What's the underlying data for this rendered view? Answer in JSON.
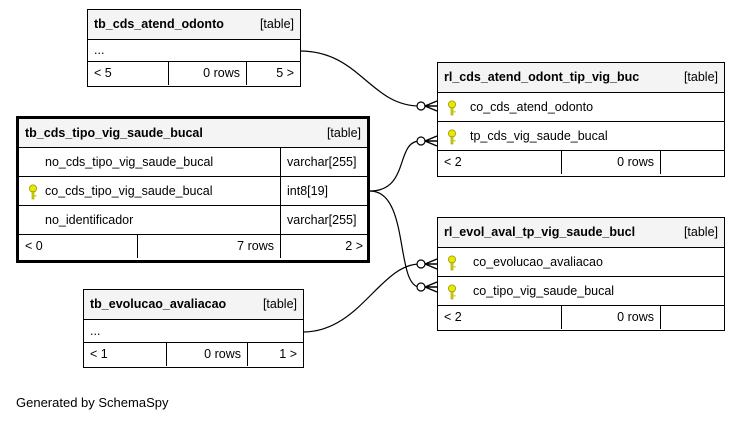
{
  "credit": "Generated by SchemaSpy",
  "tables": {
    "atend_odonto": {
      "name": "tb_cds_atend_odonto",
      "kind": "[table]",
      "body": "...",
      "foot": [
        "< 5",
        "0 rows",
        "5 >"
      ]
    },
    "tipo_vig": {
      "name": "tb_cds_tipo_vig_saude_bucal",
      "kind": "[table]",
      "columns": [
        {
          "name": "no_cds_tipo_vig_saude_bucal",
          "type": "varchar[255]",
          "key": false
        },
        {
          "name": "co_cds_tipo_vig_saude_bucal",
          "type": "int8[19]",
          "key": true
        },
        {
          "name": "no_identificador",
          "type": "varchar[255]",
          "key": false
        }
      ],
      "foot": [
        "< 0",
        "7 rows",
        "2 >"
      ]
    },
    "evolucao": {
      "name": "tb_evolucao_avaliacao",
      "kind": "[table]",
      "body": "...",
      "foot": [
        "< 1",
        "0 rows",
        "1 >"
      ]
    },
    "rl_atend": {
      "name": "rl_cds_atend_odont_tip_vig_buc",
      "kind": "[table]",
      "columns": [
        {
          "name": "co_cds_atend_odonto",
          "key": true
        },
        {
          "name": "tp_cds_vig_saude_bucal",
          "key": true
        }
      ],
      "foot": [
        "< 2",
        "0 rows"
      ]
    },
    "rl_evol": {
      "name": "rl_evol_aval_tp_vig_saude_bucl",
      "kind": "[table]",
      "columns": [
        {
          "name": "co_evolucao_avaliacao",
          "key": true
        },
        {
          "name": "co_tipo_vig_saude_bucal",
          "key": true
        }
      ],
      "foot": [
        "< 2",
        "0 rows"
      ]
    }
  },
  "colors": {
    "key": "#e8e800",
    "header": "#f4f4f4"
  }
}
